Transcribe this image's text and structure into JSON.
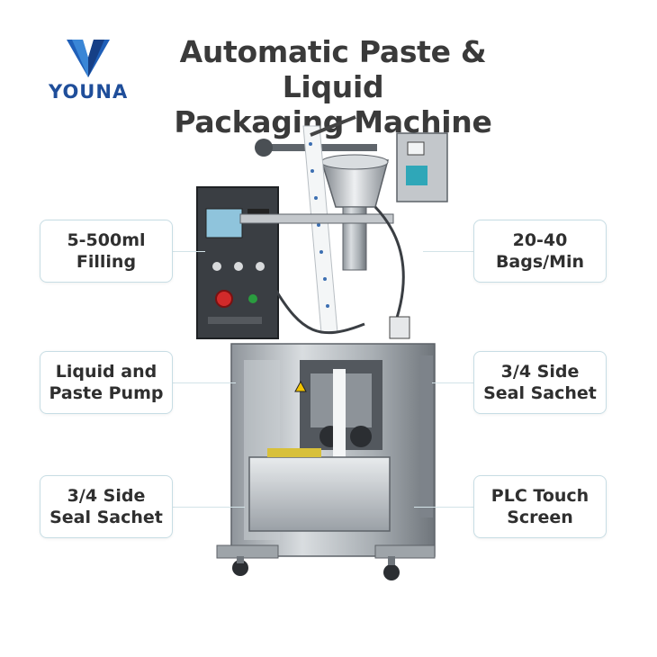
{
  "brand": {
    "name": "YOUNA",
    "color": "#1f4e9a"
  },
  "title": {
    "line1": "Automatic Paste & Liquid",
    "line2": "Packaging Machine"
  },
  "callouts": {
    "left": [
      {
        "line1": "5-500ml",
        "line2": "Filling"
      },
      {
        "line1": "Liquid and",
        "line2": "Paste Pump"
      },
      {
        "line1": "3/4 Side",
        "line2": "Seal Sachet"
      }
    ],
    "right": [
      {
        "line1": "20-40",
        "line2": "Bags/Min"
      },
      {
        "line1": "3/4 Side",
        "line2": "Seal Sachet"
      },
      {
        "line1": "PLC Touch",
        "line2": "Screen"
      }
    ]
  },
  "colors": {
    "title": "#3a3a3a",
    "callout_border": "#c7dde4",
    "steel": "#b9bec3",
    "panel": "#2d3035"
  }
}
